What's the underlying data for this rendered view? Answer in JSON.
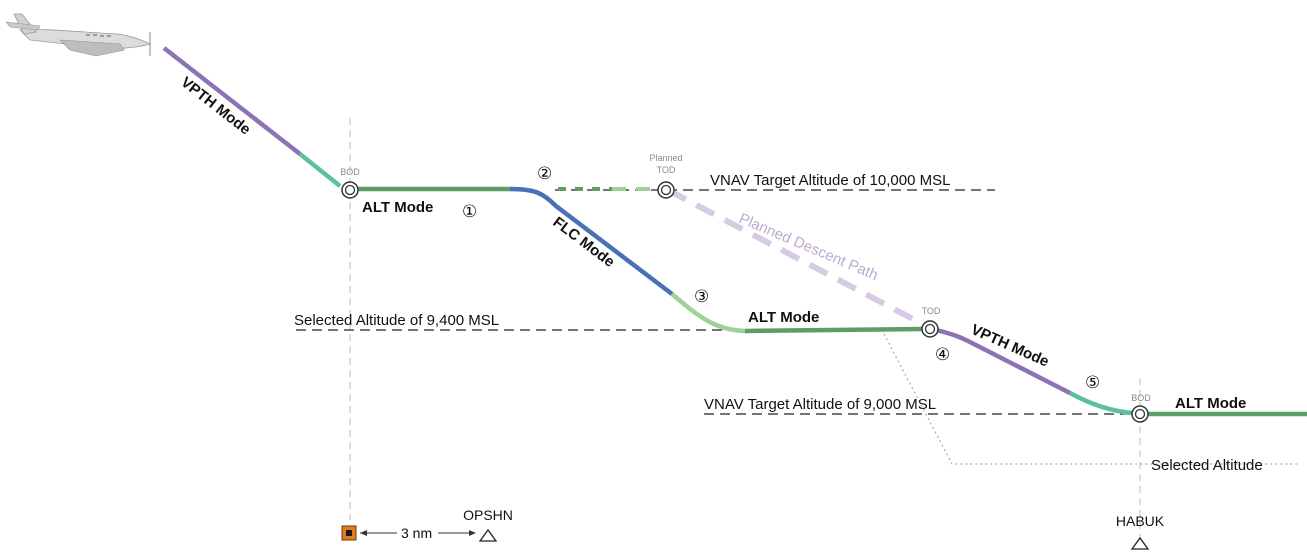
{
  "colors": {
    "vpath": "#8c74b4",
    "alt": "#5c9f66",
    "flc": "#4a70b6",
    "transition": "#5cc0a0",
    "light_green": "#9ed19a",
    "planned_path": "#d7cbe4",
    "dashed": "#222222",
    "grey": "#aaaaaa",
    "marker_orange": "#e07b1e"
  },
  "modes": {
    "vpth_1": "VPTH Mode",
    "alt_1": "ALT Mode",
    "flc": "FLC Mode",
    "alt_2": "ALT Mode",
    "vpth_2": "VPTH Mode",
    "alt_3": "ALT Mode"
  },
  "waypoint_labels": {
    "bod_1": "BOD",
    "planned_tod_line1": "Planned",
    "planned_tod_line2": "TOD",
    "tod": "TOD",
    "bod_2": "BOD"
  },
  "altitude_labels": {
    "vnav_target_10000": "VNAV Target Altitude of 10,000 MSL",
    "selected_9400": "Selected Altitude of 9,400 MSL",
    "vnav_target_9000": "VNAV Target Altitude of 9,000 MSL",
    "selected_altitude": "Selected Altitude"
  },
  "planned_descent_path": "Planned Descent Path",
  "callouts": [
    "①",
    "②",
    "③",
    "④",
    "⑤"
  ],
  "distance": "3 nm",
  "fixes": {
    "opshn": "OPSHN",
    "habuk": "HABUK"
  }
}
